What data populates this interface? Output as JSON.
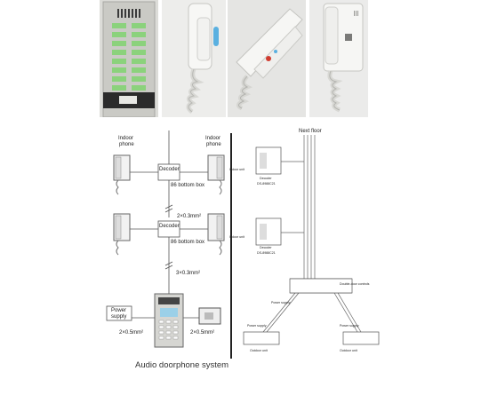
{
  "photos": {
    "panel_name_plates": [
      "",
      "",
      "",
      "",
      "",
      "",
      "",
      "",
      "",
      "",
      "",
      "",
      "",
      "",
      "",
      ""
    ],
    "colors": {
      "panel_body": "#c9c9c4",
      "panel_dark": "#2b2b2b",
      "name_plate": "#8bd27c",
      "handset": "#f1f1ee",
      "photo_bg": "#e6e6e4",
      "button": "#5ab0e0",
      "red_button": "#d13b2f"
    }
  },
  "left_diagram": {
    "indoor_label_1": "Indoor",
    "phone_label_1": "phone",
    "indoor_label_2": "Indoor",
    "phone_label_2": "phone",
    "decoder_top": "Decoder",
    "decoder_mid": "Decoder",
    "box_top": "86 bottom box",
    "box_mid": "86 bottom box",
    "wire_mid": "2×0.3mm²",
    "wire_low": "3×0.3mm²",
    "power_supply_1": "Power",
    "power_supply_2": "supply",
    "wire_left": "2×0.5mm²",
    "wire_right": "2×0.5mm²",
    "caption": "Audio doorphone system"
  },
  "right_diagram": {
    "next_floor": "Next floor",
    "indoor_unit_1": "Indoor unit",
    "indoor_unit_2": "Indoor unit",
    "decoder_1": "Decoder",
    "decoder_2": "Decoder",
    "decoder_model": "DS-8988C21",
    "double_door_controls": "Double-door controls",
    "power_supply_mid": "Power supply",
    "power_supply_left": "Power supply",
    "power_supply_right": "Power supply",
    "outdoor_unit_left": "Outdoor unit",
    "outdoor_unit_right": "Outdoor unit"
  }
}
